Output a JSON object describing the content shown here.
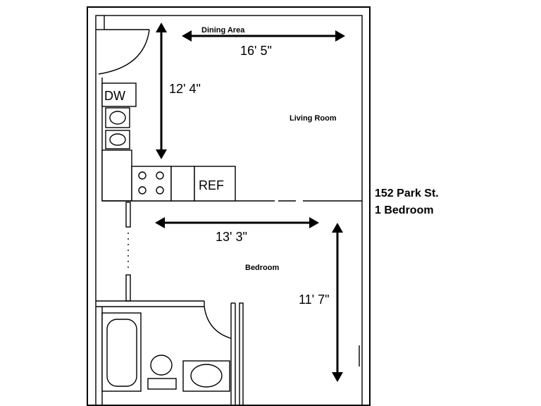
{
  "plan": {
    "address": "152 Park St.",
    "unit_type": "1 Bedroom",
    "rooms": {
      "dining": "Dining Area",
      "living": "Living Room",
      "bedroom": "Bedroom"
    },
    "dimensions": {
      "dining_width": "16' 5\"",
      "living_depth": "12' 4\"",
      "bedroom_width": "13' 3\"",
      "bedroom_depth": "11' 7\""
    },
    "fixtures": {
      "dishwasher": "DW",
      "refrigerator": "REF"
    }
  }
}
